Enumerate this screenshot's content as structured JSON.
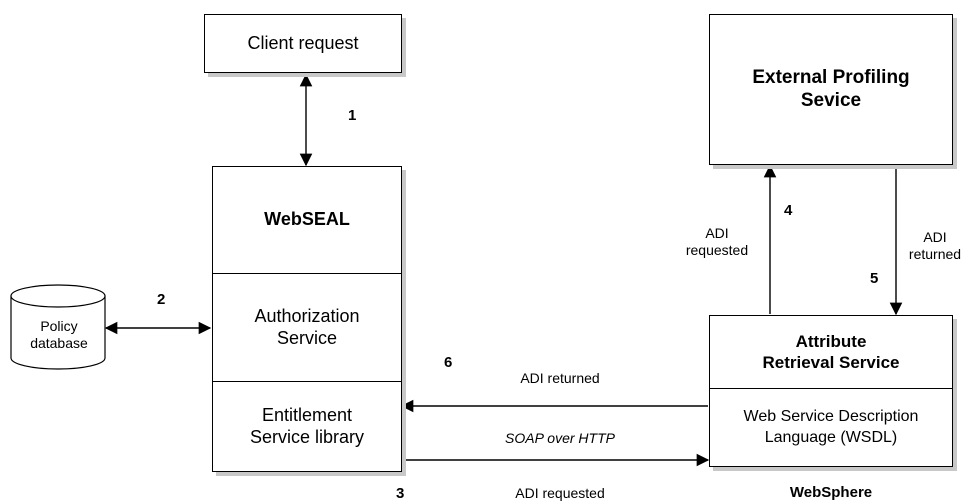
{
  "nodes": {
    "client_request": "Client request",
    "webseal": "WebSEAL",
    "authorization_service": [
      "Authorization",
      "Service"
    ],
    "entitlement_service_library": [
      "Entitlement",
      "Service library"
    ],
    "policy_database": [
      "Policy",
      "database"
    ],
    "external_profiling_service": [
      "External Profiling",
      "Sevice"
    ],
    "attribute_retrieval_service": [
      "Attribute",
      "Retrieval Service"
    ],
    "wsdl": [
      "Web Service Description",
      "Language (WSDL)"
    ],
    "websphere": "WebSphere"
  },
  "steps": {
    "s1": "1",
    "s2": "2",
    "s3": "3",
    "s4": "4",
    "s5": "5",
    "s6": "6"
  },
  "edge_labels": {
    "adi_returned_6": "ADI returned",
    "soap_over_http": "SOAP over HTTP",
    "adi_requested_3": "ADI requested",
    "adi_requested_4": [
      "ADI",
      "requested"
    ],
    "adi_returned_5": [
      "ADI",
      "returned"
    ]
  }
}
